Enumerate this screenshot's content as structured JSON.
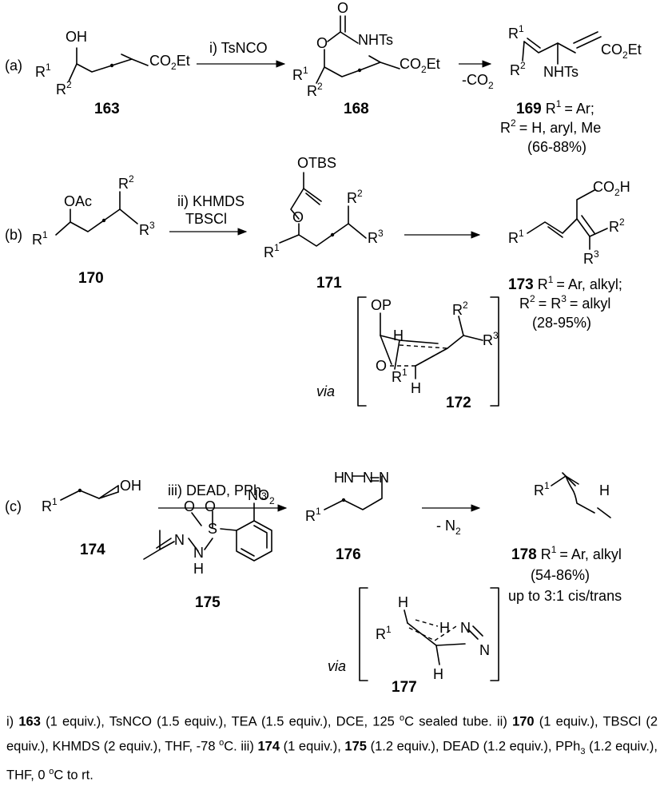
{
  "labels": {
    "a": "(a)",
    "b": "(b)",
    "c": "(c)",
    "via": "via"
  },
  "conditions": {
    "i": "i) TsNCO",
    "ii_line1": "ii) KHMDS",
    "ii_line2": "TBSCl",
    "iii": "iii) DEAD, PPh",
    "co2_loss": "-CO",
    "n2_loss": "- N"
  },
  "compounds": {
    "c163": "163",
    "c168": "168",
    "c169": "169",
    "c169_r1": "= Ar;",
    "c169_r2": "= H, aryl, Me",
    "c169_yield": "(66-88%)",
    "c170": "170",
    "c171": "171",
    "c172": "172",
    "c173": "173",
    "c173_r1": "= Ar, alkyl;",
    "c173_r2": "= R",
    "c173_r3": "= alkyl",
    "c173_yield": "(28-95%)",
    "c174": "174",
    "c175": "175",
    "c176": "176",
    "c177": "177",
    "c178": "178",
    "c178_r1": "= Ar, alkyl",
    "c178_yield": "(54-86%)",
    "c178_ratio": "up to 3:1 cis/trans"
  },
  "groups": {
    "oh": "OH",
    "co2et": "CO",
    "et": "Et",
    "nhts": "NHTs",
    "o": "O",
    "oac": "OAc",
    "otbs": "OTBS",
    "op": "OP",
    "co2h": "CO",
    "h": "H",
    "no2": "NO",
    "n": "N",
    "s": "S",
    "r": "R",
    "r1_sup": "1",
    "r2_sup": "2",
    "r3_sup": "3",
    "sub2": "2",
    "sub3": "3"
  },
  "footnote": {
    "p1": "i) ",
    "n163": "163",
    "p2": " (1 equiv.), TsNCO (1.5 equiv.), TEA (1.5 equiv.), DCE, 125 ",
    "sup_o1": "o",
    "p3": "C sealed tube. ii) ",
    "n170": "170",
    "p4": " (1 equiv.), TBSCl (2 equiv.), KHMDS (2 equiv.), THF, -78 ",
    "sup_o2": "o",
    "p5": "C. iii) ",
    "n174": "174",
    "p6": " (1 equiv.), ",
    "n175": "175",
    "p7": " (1.2 equiv.), DEAD (1.2 equiv.), PPh",
    "sub3": "3",
    "p8": " (1.2 equiv.), THF, 0 ",
    "sup_o3": "o",
    "p9": "C to rt."
  }
}
